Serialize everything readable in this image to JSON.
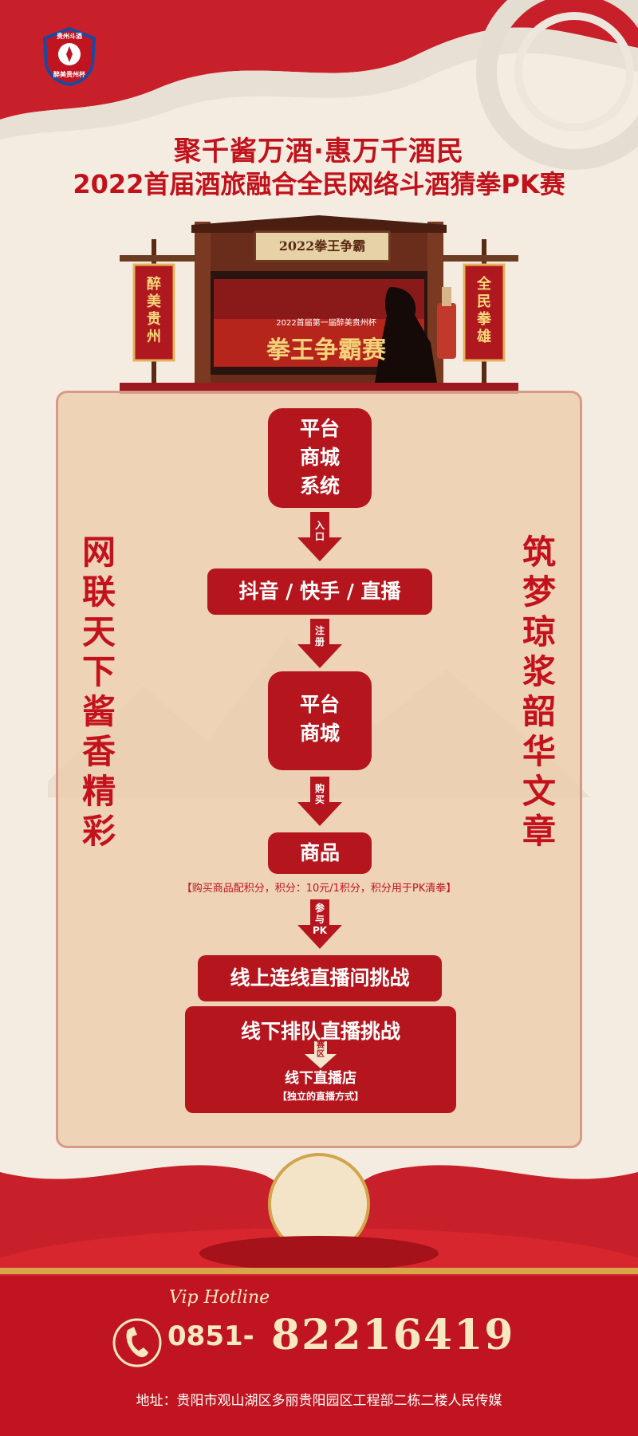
{
  "logo": {
    "top_text": "贵州斗酒",
    "bottom_text": "醉美贵州杯"
  },
  "title": {
    "line1": "聚千酱万酒·惠万千酒民",
    "line2": "2022首届酒旅融合全民网络斗酒猜拳PK赛"
  },
  "gate": {
    "plaque": "2022拳王争霸",
    "left_banner": "醉美贵州",
    "right_banner": "全民拳雄",
    "screen_small": "2022首届第一届醉美贵州杯",
    "screen_big": "拳王争霸赛"
  },
  "side": {
    "left": "网联天下酱香精彩",
    "right": "筑梦琼浆韶华文章"
  },
  "flow": {
    "step1": [
      "平台",
      "商城",
      "系统"
    ],
    "arrow1": [
      "入",
      "口"
    ],
    "step2": "抖音 / 快手 / 直播",
    "arrow2": [
      "注",
      "册"
    ],
    "step3": [
      "平台",
      "商城"
    ],
    "arrow3": [
      "购",
      "买"
    ],
    "step4": "商品",
    "note": "【购买商品配积分，积分：10元/1积分，积分用于PK清拳】",
    "arrow4": [
      "参",
      "与",
      "PK"
    ],
    "step5": "线上连线直播间挑战",
    "step6_title": "线下排队直播挑战",
    "arrow5": [
      "赛",
      "区"
    ],
    "step6_sub": "线下直播店",
    "step6_note": "【独立的直播方式】"
  },
  "footer": {
    "hotline_label": "Vip Hotline",
    "phone_prefix": "0851-",
    "phone_main": "82216419",
    "address": "地址：贵阳市观山湖区多丽贵阳园区工程部二栋二楼人民传媒"
  },
  "colors": {
    "primary_red": "#c01520",
    "box_red": "#b5161d",
    "gold": "#f7e8c0"
  }
}
